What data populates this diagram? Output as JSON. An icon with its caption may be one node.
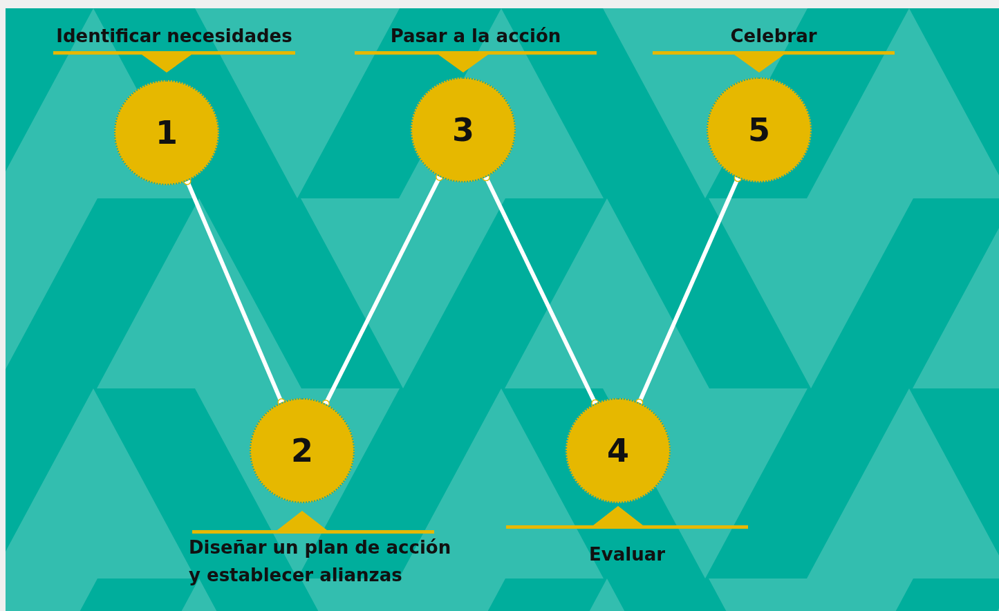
{
  "diagram": {
    "nodes": [
      {
        "text": [
          "1"
        ],
        "beside": [
          "Identificar necesidades"
        ]
      },
      {
        "text": [
          "2"
        ],
        "beside": [
          "Diseñar un plan de acción y establecer alianzas"
        ]
      },
      {
        "text": [
          "3"
        ],
        "beside": [
          "Pasar a la acción"
        ]
      },
      {
        "text": [
          "4"
        ],
        "beside": [
          "Evaluar"
        ]
      },
      {
        "text": [
          "5"
        ],
        "beside": [
          "Celebrar"
        ]
      }
    ],
    "edges": [
      {
        "from": 0,
        "to": 1,
        "arrow": "other"
      },
      {
        "from": 1,
        "to": 2,
        "arrow": "other"
      },
      {
        "from": 2,
        "to": 3,
        "arrow": "other"
      },
      {
        "from": 3,
        "to": 4,
        "arrow": "other"
      }
    ]
  }
}
